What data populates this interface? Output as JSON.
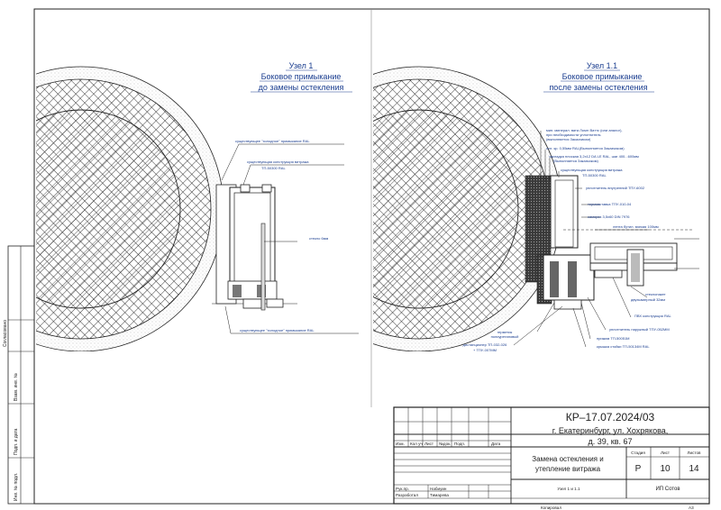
{
  "left_view": {
    "title_lines": [
      "Узел 1",
      "Боковое примыкание",
      "до замены остекления"
    ],
    "callouts": [
      "существующее \"холодное\" примыкание RAL",
      "существующая конструкция витража",
      "ТП-50300 RAL",
      "стекло 6мм",
      "существующее \"холодное\" примыкание RAL"
    ]
  },
  "right_view": {
    "title_lines": [
      "Узел 1.1",
      "Боковое примыкание",
      "после замены остекления"
    ],
    "callouts": [
      "мин. минерал. вата Лоsm Baттс (или аналог),",
      "при необходимости уплотнитель",
      "(выполняется Заказчиком)",
      "отл. кр. 0,55мм RAL(Выполняется Заказчиком)",
      "закладка плоская 3,2х12 DA LE RAL, шаг 400...600мм",
      "(Выполняется Заказчиком)",
      "существующая конструкция витража",
      "ТП-50300 RAL",
      "уплотнитель внутренний ТПУ-6002",
      "термовставка ТПУ-010-04",
      "саморез 3,5х60 DIN 7976",
      "лента бутил. мягкая 100мм",
      "стеклопакет",
      "двухкамерный 32мм",
      "ПВХ конструкция RAL",
      "уплотнитель наружный ТПУ-052ММ",
      "прижим ТП-50051М",
      "крышка стойки ТП-50134М RAL",
      "герметик",
      "полиуретановый",
      "дистанционер ТП-032-026",
      "+ ТПУ-007ММ"
    ]
  },
  "stamp": {
    "code": "КР–17.07.2024/03",
    "address_line1": "г. Екатеринбург, ул. Хохрякова,",
    "address_line2": "д. 39, кв. 67",
    "col_headers": [
      "Изм.",
      "Кол уч",
      "Лист",
      "№док.",
      "Подп.",
      "Дата"
    ],
    "work_title_line1": "Замена остекления и",
    "work_title_line2": "утепление витража",
    "stage_label": "Стадия",
    "sheet_label": "Лист",
    "sheets_label": "Листов",
    "stage": "Р",
    "sheet": "10",
    "sheets": "14",
    "drawing_name": "Узел 1 и 1.1",
    "company": "ИП Сотов",
    "role1": "Рук.пр.",
    "name1": "Набиуин",
    "role2": "Разработал",
    "name2": "Тимарева",
    "copied": "Копировал",
    "format": "А3"
  },
  "side_strip": {
    "labels": [
      "Согласовано",
      "Взам. инв. №",
      "Подп. и дата",
      "Инв. № подл."
    ]
  }
}
